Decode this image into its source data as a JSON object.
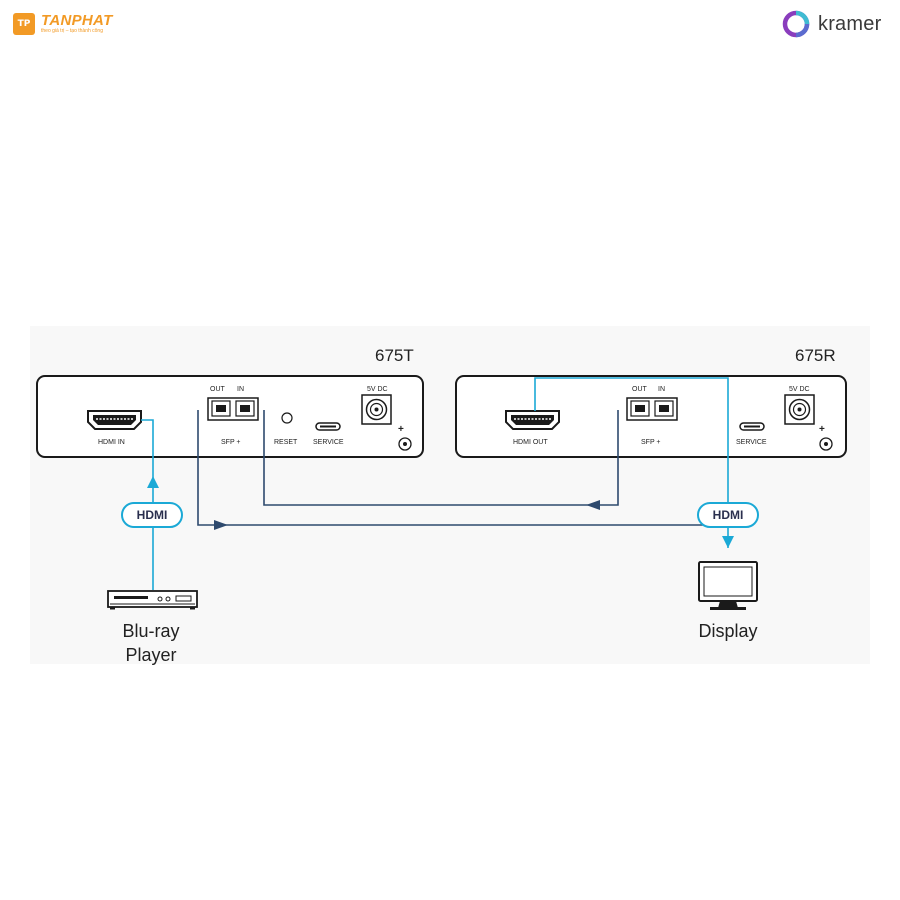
{
  "brand_left": {
    "badge": "TP",
    "name": "TANPHAT",
    "tagline": "theo giá trị – tạo thành công",
    "color": "#f29a25"
  },
  "brand_right": {
    "name": "kramer"
  },
  "colors": {
    "hdmi_line": "#1ba9d6",
    "sfp_line": "#2e4a6e",
    "device_stroke": "#1a1a1a",
    "panel_bg": "#f8f8f8"
  },
  "transmitter": {
    "model": "675T",
    "ports": {
      "hdmi": "HDMI IN",
      "sfp": "SFP +",
      "out": "OUT",
      "in": "IN",
      "reset": "RESET",
      "service": "SERVICE",
      "power": "5V DC",
      "plus": "+"
    }
  },
  "receiver": {
    "model": "675R",
    "ports": {
      "hdmi": "HDMI OUT",
      "sfp": "SFP +",
      "out": "OUT",
      "in": "IN",
      "service": "SERVICE",
      "power": "5V DC",
      "plus": "+"
    }
  },
  "cables": {
    "left_label": "HDMI",
    "right_label": "HDMI"
  },
  "source": {
    "line1": "Blu-ray",
    "line2": "Player",
    "icon": "bluray-player-icon"
  },
  "sink": {
    "label": "Display",
    "icon": "monitor-icon"
  }
}
